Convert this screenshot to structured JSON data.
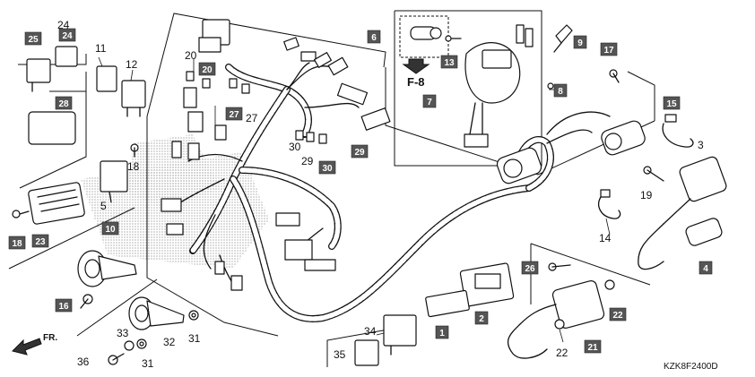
{
  "callouts": {
    "c1": "1",
    "c2": "2",
    "c3": "3",
    "c4": "4",
    "c5": "5",
    "c6": "6",
    "c7": "7",
    "c8": "8",
    "c9": "9",
    "c10": "10",
    "c11": "11",
    "c12": "12",
    "c13": "13",
    "c14": "14",
    "c15": "15",
    "c16": "16",
    "c17": "17",
    "c18a": "18",
    "c18b": "18",
    "c19": "19",
    "c20": "20",
    "c21": "21",
    "c22a": "22",
    "c22b": "22",
    "c23": "23",
    "c24a": "24",
    "c24b": "24",
    "c25": "25",
    "c26": "26",
    "c27a": "27",
    "c27b": "27",
    "c28": "28",
    "c29a": "29",
    "c29b": "29",
    "c30a": "30",
    "c30b": "30",
    "c31a": "31",
    "c31b": "31",
    "c32": "32",
    "c33": "33",
    "c34": "34",
    "c35": "35",
    "c36": "36"
  },
  "reference": "F-8",
  "direction": "FR.",
  "diagram_code": "KZK8F2400D"
}
